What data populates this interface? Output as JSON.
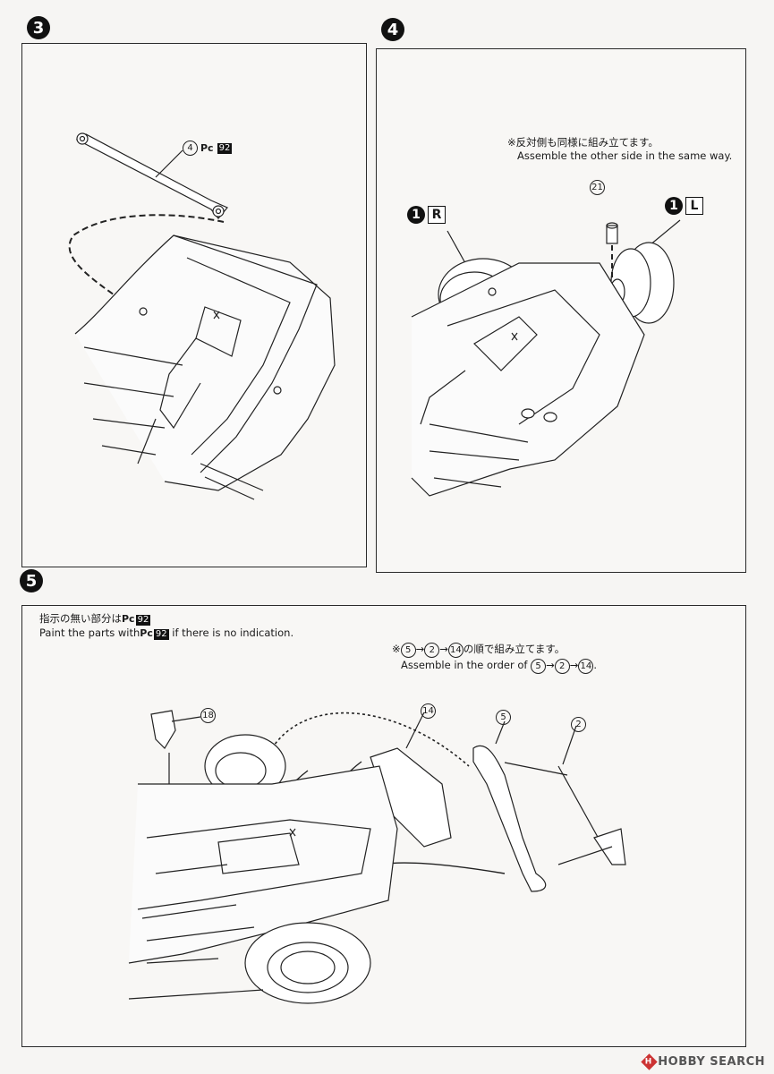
{
  "steps": {
    "s3": {
      "number": "3",
      "part": "4",
      "paint_code": "92"
    },
    "s4": {
      "number": "4",
      "note_jp": "※反対側も同様に組み立てます。",
      "note_en": "Assemble the other side in the same way.",
      "part": "21",
      "left_badge_num": "1",
      "left_badge_side": "R",
      "right_badge_num": "1",
      "right_badge_side": "L"
    },
    "s5": {
      "number": "5",
      "paint_jp": "指示の無い部分は",
      "paint_code": "92",
      "paint_en_pre": "Paint the parts with",
      "paint_en_post": " if there is no indication.",
      "order_jp_pre": "※",
      "order_jp_seq_1": "5",
      "order_jp_seq_2": "2",
      "order_jp_seq_3": "14",
      "order_jp_post": "の順で組み立てます。",
      "order_en_pre": "Assemble in the order of",
      "parts": [
        "18",
        "14",
        "5",
        "2"
      ]
    }
  },
  "pc_prefix": "Pc",
  "arrow": "→",
  "watermark": "HOBBY SEARCH",
  "watermark_logo": "H"
}
